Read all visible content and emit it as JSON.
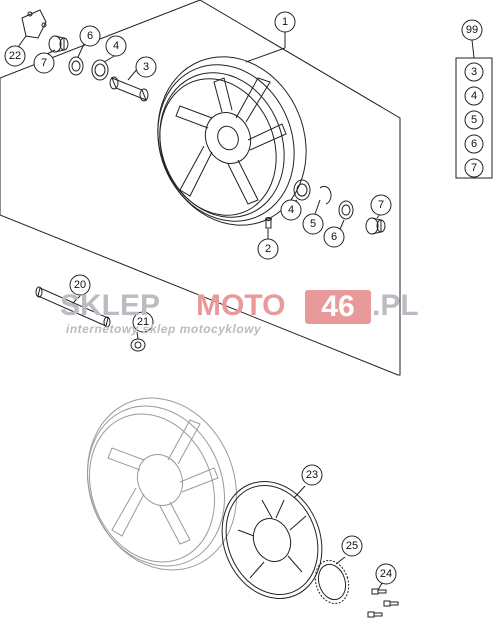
{
  "callouts": {
    "main_part": "1",
    "valve": "2",
    "spacer": "3",
    "bearing_left": "4",
    "bearing_right": "4",
    "circlip": "5",
    "seal_left": "6",
    "seal_right": "6",
    "bushing_left": "7",
    "bushing_right": "7",
    "wheel_spindle": "20",
    "spindle_nut": "21",
    "sensor_bracket": "22",
    "brake_disc": "23",
    "bolt": "24",
    "pulse_ring": "25"
  },
  "kit": {
    "number": "99",
    "items": [
      "3",
      "4",
      "5",
      "6",
      "7"
    ]
  },
  "watermark": {
    "brand_part1": "SKLEP",
    "brand_part2": "MOTO",
    "brand_part3": "46",
    "brand_part4": ".PL",
    "tagline": "internetowy sklep motocyklowy"
  },
  "colors": {
    "line": "#222222",
    "ghost": "#bdbdbd",
    "watermark_grey": "#b9bcc0",
    "watermark_red": "#e89a9a"
  }
}
